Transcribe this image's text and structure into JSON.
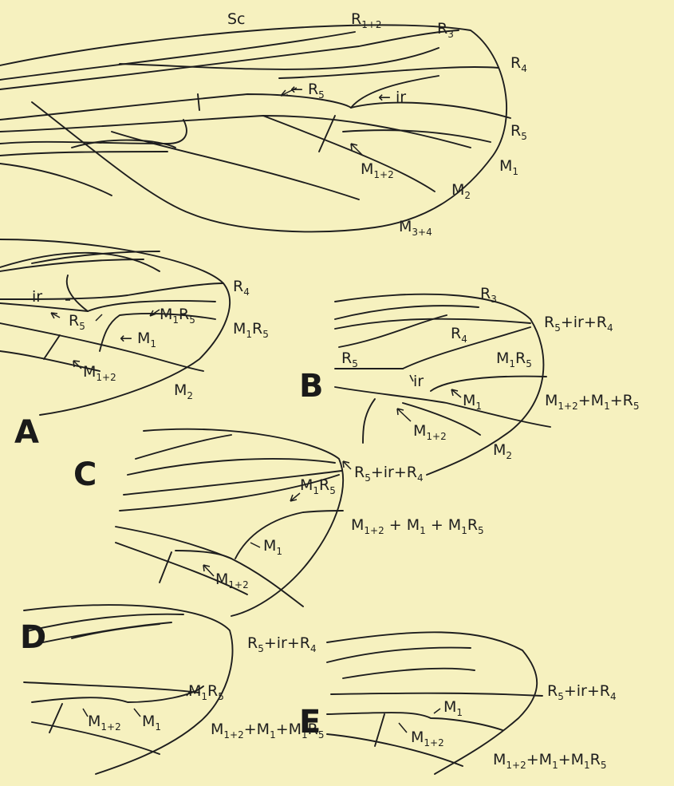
{
  "figure": {
    "main_wing": {
      "Sc": "Sc",
      "R12": [
        "R",
        "1+2"
      ],
      "R3": [
        "R",
        "3"
      ],
      "R4": [
        "R",
        "4"
      ],
      "R5_inner": [
        "← R",
        "5"
      ],
      "ir": "← ir",
      "R5_margin": [
        "R",
        "5"
      ],
      "M1": [
        "M",
        "1"
      ],
      "M12": [
        "M",
        "1+2"
      ],
      "M2": [
        "M",
        "2"
      ],
      "M34": [
        "M",
        "3+4"
      ]
    },
    "panel_A": {
      "letter": "A",
      "ir": "ir",
      "R4": [
        "R",
        "4"
      ],
      "M1R5_inner": [
        "M",
        "1",
        "R",
        "5"
      ],
      "R5": [
        "R",
        "5"
      ],
      "M1": [
        "← M",
        "1"
      ],
      "M1R5_margin": [
        "M",
        "1",
        "R",
        "5"
      ],
      "M12": [
        "M",
        "1+2"
      ],
      "M2": [
        "M",
        "2"
      ]
    },
    "panel_B": {
      "letter": "B",
      "R3": [
        "R",
        "3"
      ],
      "R4": [
        "R",
        "4"
      ],
      "merge": [
        "R",
        "5",
        "+ir+R",
        "4"
      ],
      "R5": [
        "R",
        "5"
      ],
      "M1R5": [
        "M",
        "1",
        "R",
        "5"
      ],
      "ir": "ir",
      "M1": [
        "M",
        "1"
      ],
      "merge_M": [
        "M",
        "1+2",
        "+M",
        "1",
        "+R",
        "5"
      ],
      "M12": [
        "M",
        "1+2"
      ],
      "M2": [
        "M",
        "2"
      ]
    },
    "panel_C": {
      "letter": "C",
      "merge": [
        "R",
        "5",
        "+ir+R",
        "4"
      ],
      "M1R5": [
        "M",
        "1",
        "R",
        "5"
      ],
      "M1": [
        "M",
        "1"
      ],
      "merge_M": [
        "M",
        "1+2",
        " + M",
        "1",
        " + M",
        "1",
        "R",
        "5"
      ],
      "M12": [
        "M",
        "1+2"
      ]
    },
    "panel_D": {
      "letter": "D",
      "merge": [
        "R",
        "5",
        "+ir+R",
        "4"
      ],
      "M1R5": [
        "M",
        "1",
        "R",
        "5"
      ],
      "M12": [
        "M",
        "1+2"
      ],
      "M1": [
        "M",
        "1"
      ],
      "merge_M": [
        "M",
        "1+2",
        "+M",
        "1",
        "+M",
        "1",
        "R",
        "5"
      ]
    },
    "panel_E": {
      "letter": "E",
      "merge": [
        "R",
        "5",
        "+ir+R",
        "4"
      ],
      "M1": [
        "M",
        "1"
      ],
      "M12": [
        "M",
        "1+2"
      ],
      "merge_M": [
        "M",
        "1+2",
        "+M",
        "1",
        "+M",
        "1",
        "R",
        "5"
      ]
    }
  },
  "colors": {
    "background": "#f6f1bf",
    "ink": "#1e1e1e"
  }
}
